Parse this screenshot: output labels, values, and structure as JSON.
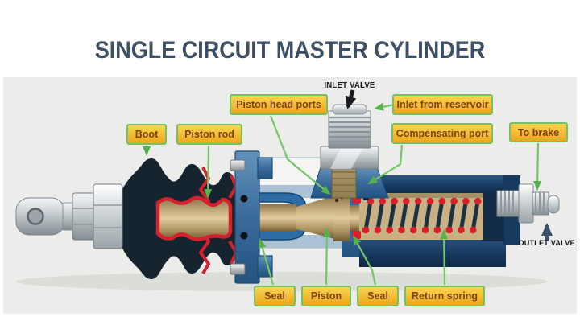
{
  "title": "SINGLE CIRCUIT MASTER CYLINDER",
  "labels": {
    "boot": "Boot",
    "piston_rod": "Piston rod",
    "piston_head_ports": "Piston head ports",
    "inlet_valve": "INLET VALVE",
    "inlet_from_reservoir": "Inlet from reservoir",
    "compensating_port": "Compensating port",
    "to_brake": "To brake",
    "outlet_valve": "OUTLET VALVE",
    "seal_front": "Seal",
    "piston": "Piston",
    "seal_rear": "Seal",
    "return_spring": "Return spring"
  },
  "colors": {
    "title_text": "#3d4f66",
    "label_bg_top": "#fad44e",
    "label_bg_bottom": "#eca71d",
    "label_border": "#76c068",
    "label_text": "#7b4410",
    "leader_line_green": "#76c568",
    "black_label_text": "#15191d",
    "panel_background": "#ecedea",
    "cylinder_blue": "#3a6b9a",
    "cylinder_navy": "#16395e",
    "rod_brass": "#cdb485",
    "seal_red": "#d6202b",
    "boot_dark": "#16242f"
  }
}
